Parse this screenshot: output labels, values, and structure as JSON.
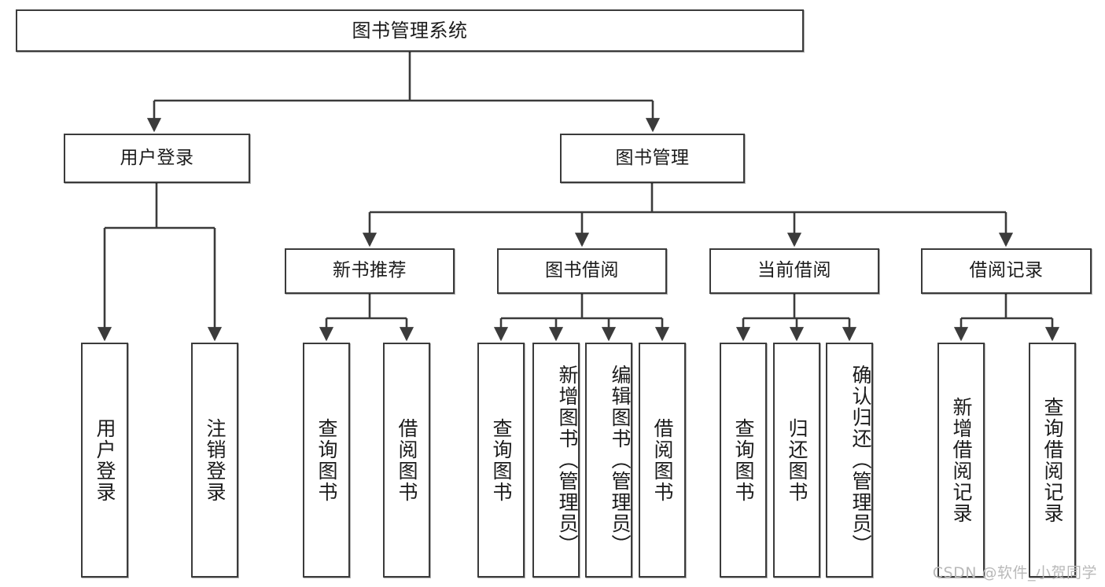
{
  "diagram": {
    "title": "图书管理系统",
    "watermark": "CSDN @软件_小贺同学",
    "nodes": {
      "root": "图书管理系统",
      "level2": {
        "user_login": "用户登录",
        "book_manage": "图书管理"
      },
      "level3": {
        "new_book_rec": "新书推荐",
        "book_borrow": "图书借阅",
        "current_borrow": "当前借阅",
        "borrow_record": "借阅记录"
      },
      "leaves": {
        "user_login_1": "用户登录",
        "user_login_2": "注销登录",
        "new_book_1": "查询图书",
        "new_book_2": "借阅图书",
        "book_borrow_1": "查询图书",
        "book_borrow_2": "新增图书（管理员）",
        "book_borrow_3": "编辑图书（管理员）",
        "book_borrow_4": "借阅图书",
        "current_1": "查询图书",
        "current_2": "归还图书",
        "current_3": "确认归还（管理员）",
        "record_1": "新增借阅记录",
        "record_2": "查询借阅记录"
      }
    },
    "edges": [
      {
        "from": "root",
        "to": "user_login"
      },
      {
        "from": "root",
        "to": "book_manage"
      },
      {
        "from": "user_login",
        "to": "user_login_1"
      },
      {
        "from": "user_login",
        "to": "user_login_2"
      },
      {
        "from": "book_manage",
        "to": "new_book_rec"
      },
      {
        "from": "book_manage",
        "to": "book_borrow"
      },
      {
        "from": "book_manage",
        "to": "current_borrow"
      },
      {
        "from": "book_manage",
        "to": "borrow_record"
      },
      {
        "from": "new_book_rec",
        "to": "new_book_1"
      },
      {
        "from": "new_book_rec",
        "to": "new_book_2"
      },
      {
        "from": "book_borrow",
        "to": "book_borrow_1"
      },
      {
        "from": "book_borrow",
        "to": "book_borrow_2"
      },
      {
        "from": "book_borrow",
        "to": "book_borrow_3"
      },
      {
        "from": "book_borrow",
        "to": "book_borrow_4"
      },
      {
        "from": "current_borrow",
        "to": "current_1"
      },
      {
        "from": "current_borrow",
        "to": "current_2"
      },
      {
        "from": "current_borrow",
        "to": "current_3"
      },
      {
        "from": "borrow_record",
        "to": "record_1"
      },
      {
        "from": "borrow_record",
        "to": "record_2"
      }
    ],
    "colors": {
      "stroke": "#3b3b3b",
      "fill": "#ffffff",
      "text": "#1b1b1b",
      "watermark": "#b9b9b9"
    }
  }
}
